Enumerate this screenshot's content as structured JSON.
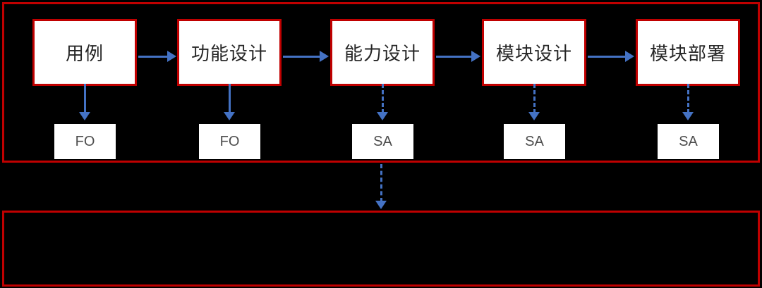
{
  "diagram": {
    "title": "design-pipeline-flow",
    "stages": [
      {
        "label": "用例",
        "tag": "FO",
        "connector_down": "solid"
      },
      {
        "label": "功能设计",
        "tag": "FO",
        "connector_down": "solid"
      },
      {
        "label": "能力设计",
        "tag": "SA",
        "connector_down": "dashed"
      },
      {
        "label": "模块设计",
        "tag": "SA",
        "connector_down": "dashed"
      },
      {
        "label": "模块部署",
        "tag": "SA",
        "connector_down": "dashed"
      }
    ],
    "flow_arrows": [
      {
        "from": "用例",
        "to": "功能设计",
        "style": "solid"
      },
      {
        "from": "功能设计",
        "to": "能力设计",
        "style": "solid"
      },
      {
        "from": "能力设计",
        "to": "模块设计",
        "style": "solid"
      },
      {
        "from": "模块设计",
        "to": "模块部署",
        "style": "solid"
      }
    ],
    "center_connector": {
      "style": "dashed",
      "direction": "down"
    },
    "colors": {
      "background": "#000000",
      "container_border": "#C00000",
      "stage_border": "#C00000",
      "stage_fill": "#FFFFFF",
      "arrow": "#4472C4",
      "stage_text": "#262626",
      "tag_text": "#4d4d4d"
    }
  }
}
